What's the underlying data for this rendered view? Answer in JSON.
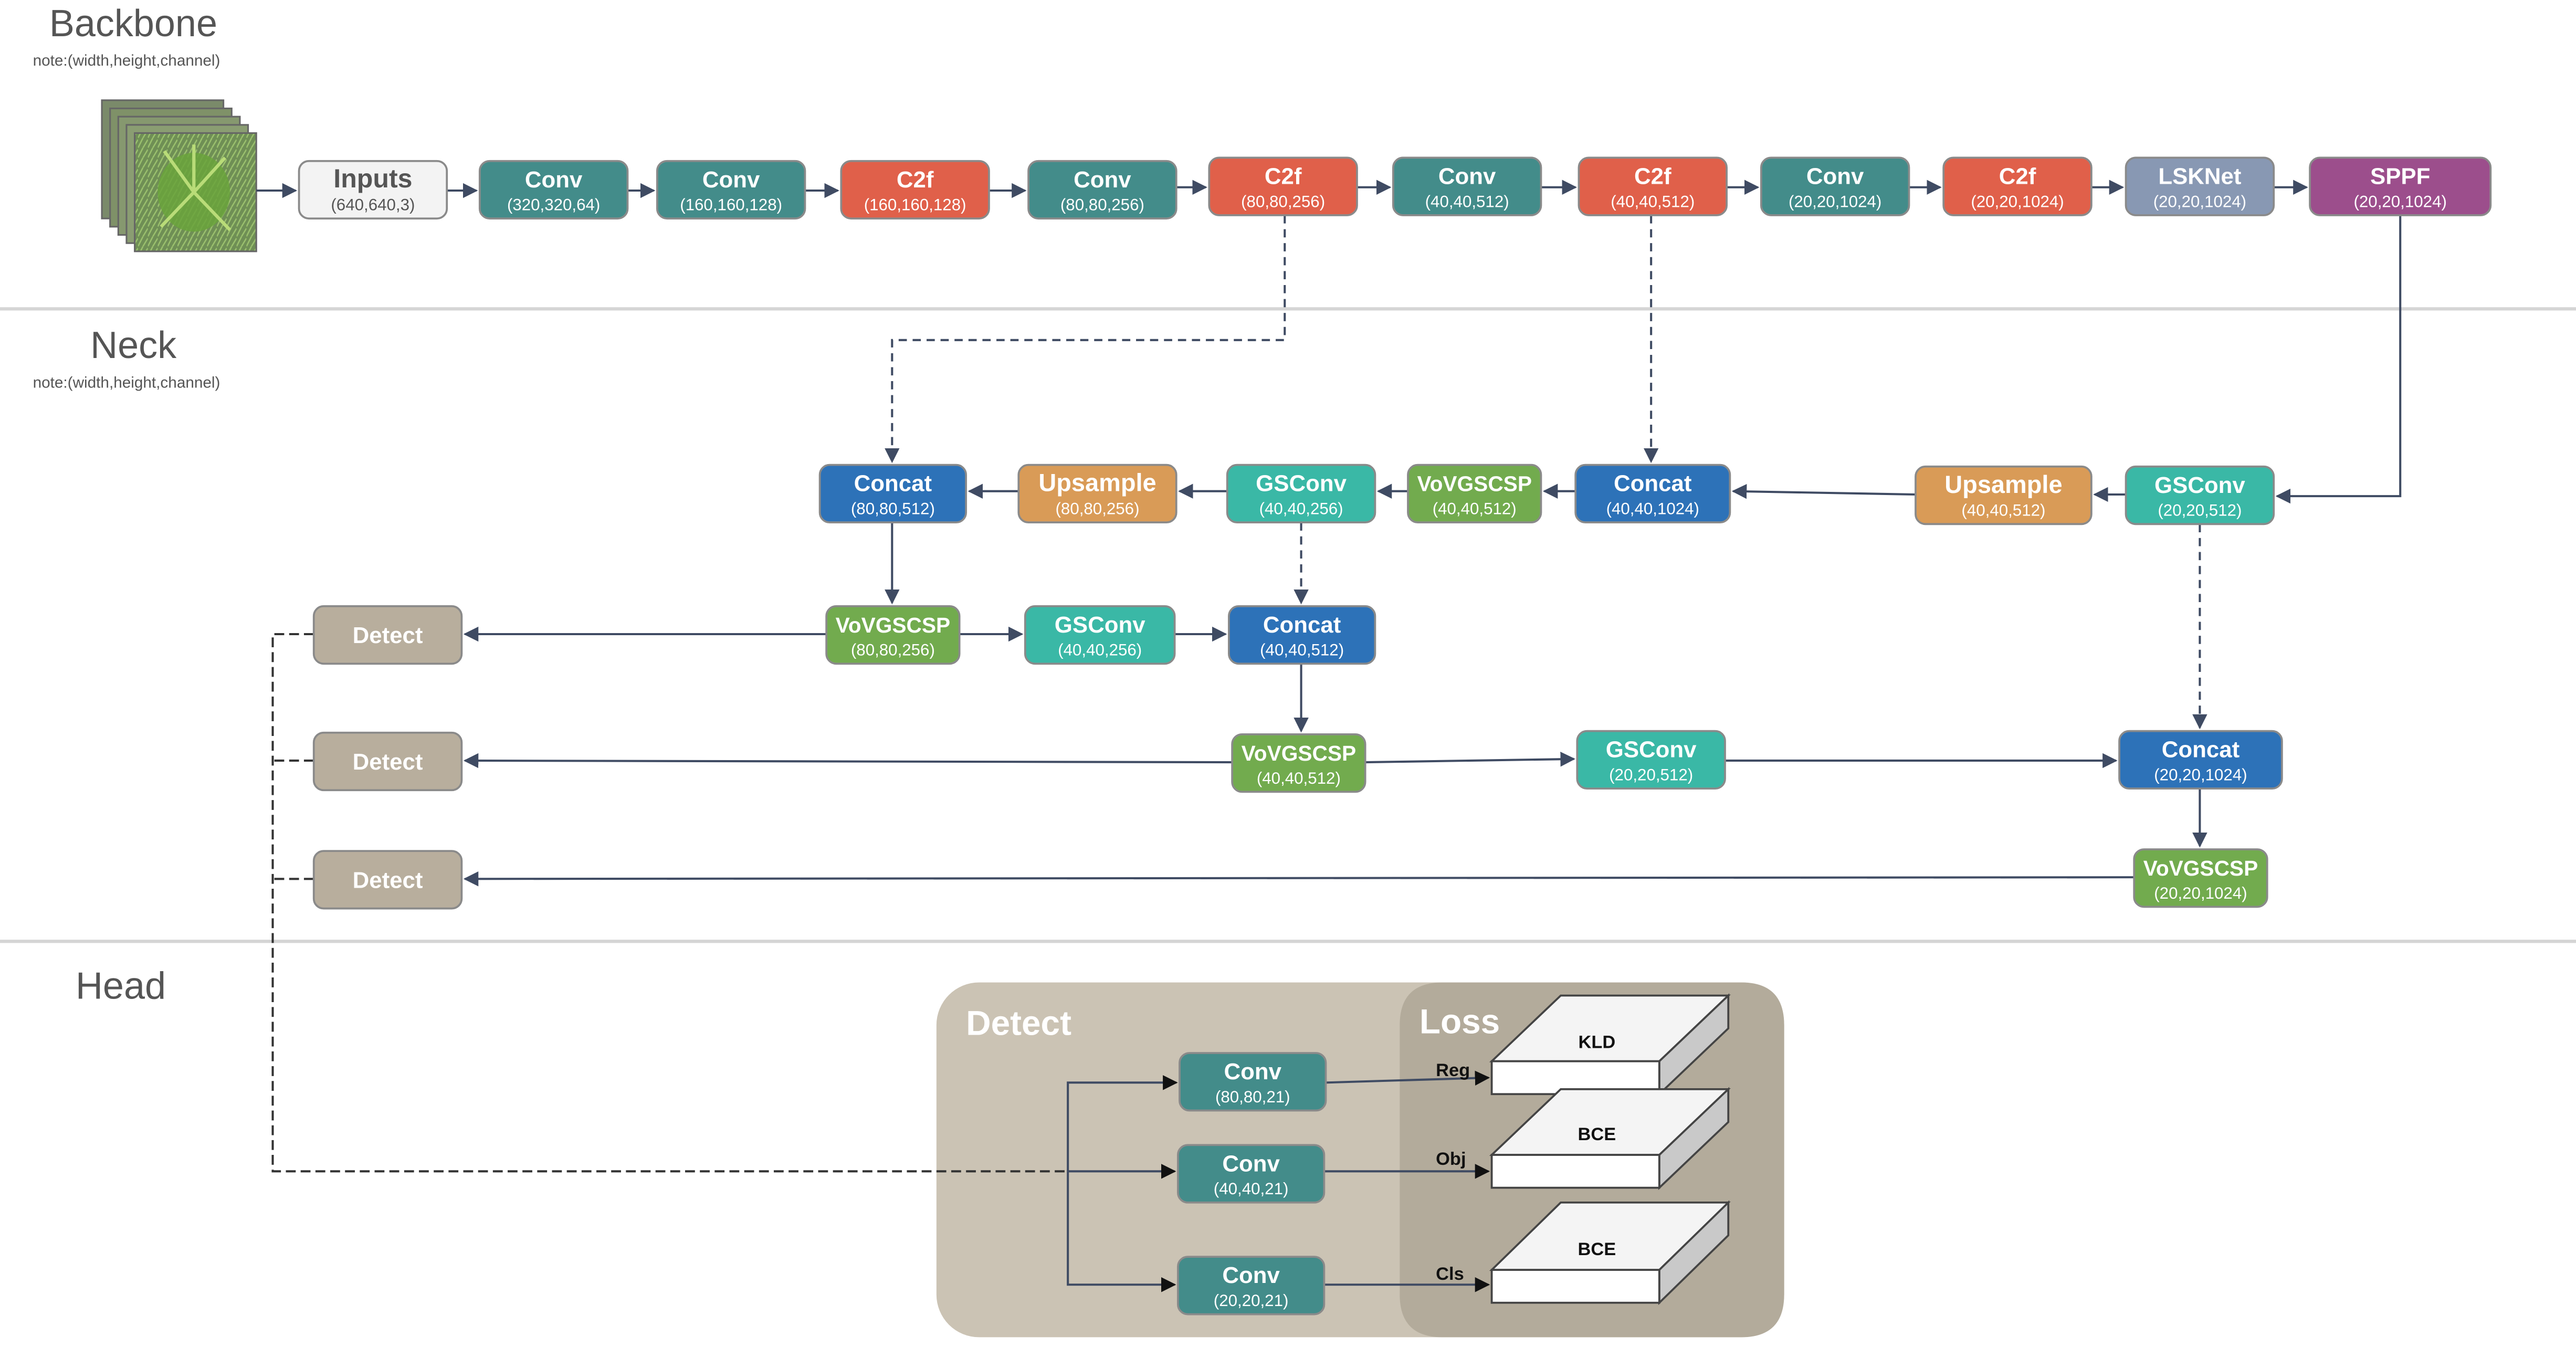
{
  "sections": {
    "backbone": "Backbone",
    "neck": "Neck",
    "head": "Head",
    "note": "note:(width,height,channel)"
  },
  "colors": {
    "conv": "#438c8a",
    "c2f": "#e0604a",
    "lsknet": "#8898b3",
    "sppf": "#9c4e8c",
    "concat": "#2d72b8",
    "upsample": "#d99b57",
    "gsconv": "#3ab8a6",
    "vovgscsp": "#72ab4e",
    "detect": "#b8ae9d",
    "inputs": "#f3f3f3",
    "head_panel": "#cbc3b4",
    "loss_panel": "#b3ab9b",
    "edge": "#3f4b63"
  },
  "nodes": {
    "inputs": {
      "name": "Inputs",
      "size": "(640,640,3)"
    },
    "conv1": {
      "name": "Conv",
      "size": "(320,320,64)"
    },
    "conv2": {
      "name": "Conv",
      "size": "(160,160,128)"
    },
    "c2f1": {
      "name": "C2f",
      "size": "(160,160,128)"
    },
    "conv3": {
      "name": "Conv",
      "size": "(80,80,256)"
    },
    "c2f2": {
      "name": "C2f",
      "size": "(80,80,256)"
    },
    "conv4": {
      "name": "Conv",
      "size": "(40,40,512)"
    },
    "c2f3": {
      "name": "C2f",
      "size": "(40,40,512)"
    },
    "conv5": {
      "name": "Conv",
      "size": "(20,20,1024)"
    },
    "c2f4": {
      "name": "C2f",
      "size": "(20,20,1024)"
    },
    "lsknet": {
      "name": "LSKNet",
      "size": "(20,20,1024)"
    },
    "sppf": {
      "name": "SPPF",
      "size": "(20,20,1024)"
    },
    "concat1": {
      "name": "Concat",
      "size": "(80,80,512)"
    },
    "up1": {
      "name": "Upsample",
      "size": "(80,80,256)"
    },
    "gs1": {
      "name": "GSConv",
      "size": "(40,40,256)"
    },
    "vov1": {
      "name": "VoVGSCSP",
      "size": "(40,40,512)"
    },
    "concat2": {
      "name": "Concat",
      "size": "(40,40,1024)"
    },
    "up2": {
      "name": "Upsample",
      "size": "(40,40,512)"
    },
    "gs2": {
      "name": "GSConv",
      "size": "(20,20,512)"
    },
    "vov2": {
      "name": "VoVGSCSP",
      "size": "(80,80,256)"
    },
    "gs3": {
      "name": "GSConv",
      "size": "(40,40,256)"
    },
    "concat3": {
      "name": "Concat",
      "size": "(40,40,512)"
    },
    "vov3": {
      "name": "VoVGSCSP",
      "size": "(40,40,512)"
    },
    "gs4": {
      "name": "GSConv",
      "size": "(20,20,512)"
    },
    "concat4": {
      "name": "Concat",
      "size": "(20,20,1024)"
    },
    "vov4": {
      "name": "VoVGSCSP",
      "size": "(20,20,1024)"
    },
    "det1": {
      "name": "Detect",
      "size": ""
    },
    "det2": {
      "name": "Detect",
      "size": ""
    },
    "det3": {
      "name": "Detect",
      "size": ""
    },
    "hconv1": {
      "name": "Conv",
      "size": "(80,80,21)"
    },
    "hconv2": {
      "name": "Conv",
      "size": "(40,40,21)"
    },
    "hconv3": {
      "name": "Conv",
      "size": "(20,20,21)"
    }
  },
  "head": {
    "detect_title": "Detect",
    "loss_title": "Loss",
    "ports": [
      "Reg",
      "Obj",
      "Cls"
    ],
    "losses": [
      "KLD",
      "BCE",
      "BCE"
    ]
  }
}
